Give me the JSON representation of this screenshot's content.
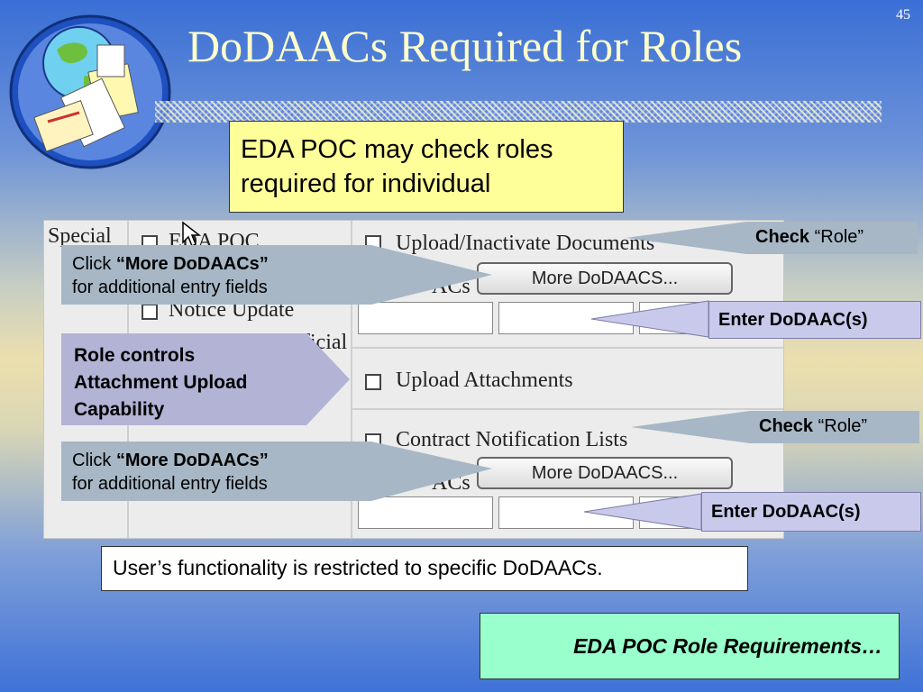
{
  "slide": {
    "number": "45",
    "title": "DoDAACs Required for Roles"
  },
  "note_box": {
    "line1": "EDA POC may check roles",
    "line2": " required for individual"
  },
  "form": {
    "special_label": "Special",
    "left_items": [
      "EDA POC",
      "Notice Update",
      "Official"
    ],
    "upload_inactivate": "Upload/Inactivate Documents",
    "more_button": "More DoDAACS...",
    "upload_attachments": "Upload Attachments",
    "contract_lists": "Contract Notification Lists",
    "fragment": "ACs"
  },
  "callouts": {
    "more_1_prefix": "Click ",
    "more_1_bold": "“More DoDAACs”",
    "more_1_rest": "for additional  entry fields",
    "more_2_prefix": "Click ",
    "more_2_bold": "“More DoDAACs”",
    "more_2_rest": "for additional  entry fields",
    "role_line1": "Role controls",
    "role_line2": "Attachment Upload",
    "role_line3": "Capability",
    "check_1_bold": "Check",
    "check_1_rest": " “Role”",
    "check_2_bold": "Check",
    "check_2_rest": " “Role”",
    "enter_1": "Enter DoDAAC(s)",
    "enter_2": "Enter DoDAAC(s)"
  },
  "info_text": "User’s functionality is restricted to specific DoDAACs.",
  "footer_text": "EDA POC Role Requirements…",
  "colors": {
    "title": "#ffffcc",
    "note_box": "#ffff99",
    "footer_box": "#99ffcc",
    "grey_callout": "#a7b7c6",
    "purple_callout": "#c9c9ec"
  }
}
